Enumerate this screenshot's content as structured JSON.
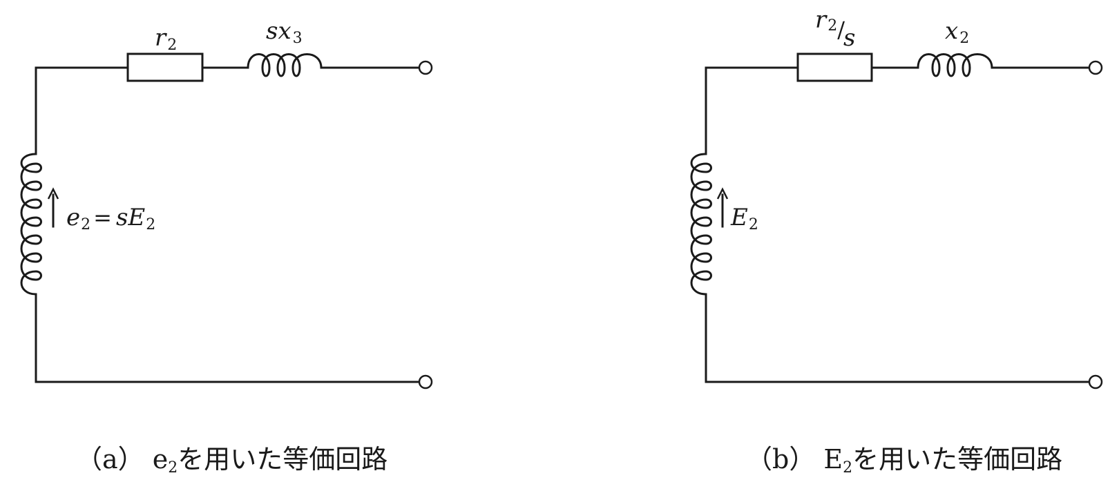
{
  "circuit_a": {
    "resistor_label": {
      "main": "r",
      "sub": "2"
    },
    "inductor_label": {
      "main": "sx",
      "sub": "3"
    },
    "emf_label": {
      "lhs": "e",
      "lhs_sub": "2",
      "eq": "=",
      "rhs": "sE",
      "rhs_sub": "2"
    },
    "caption": {
      "prefix": "（a） e",
      "sub": "2",
      "suffix": "を用いた等価回路"
    }
  },
  "circuit_b": {
    "resistor_label": {
      "main": "r",
      "sub": "2",
      "slash": "/",
      "denom": "s"
    },
    "inductor_label": {
      "main": "x",
      "sub": "2"
    },
    "emf_label": {
      "main": "E",
      "sub": "2"
    },
    "caption": {
      "prefix": "（b） E",
      "sub": "2",
      "suffix": "を用いた等価回路"
    }
  }
}
